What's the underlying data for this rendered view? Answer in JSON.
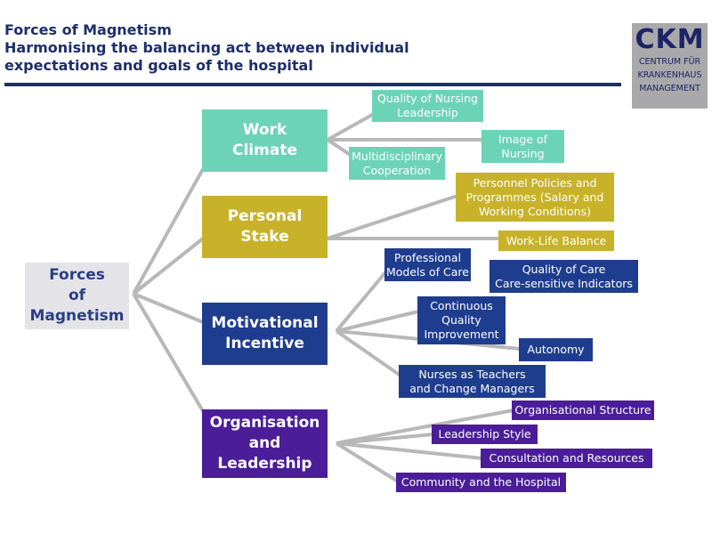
{
  "title": {
    "line1": "Forces of Magnetism",
    "line2": "Harmonising the balancing act between individual",
    "line3": "expectations and goals of the hospital"
  },
  "logo": {
    "mark": "CKM",
    "line1": "CENTRUM FÜR",
    "line2": "KRANKENHAUS",
    "line3": "MANAGEMENT"
  },
  "root": "Forces\nof\nMagnetism",
  "main": {
    "work_climate": "Work\nClimate",
    "personal_stake": "Personal\nStake",
    "motivational_incentive": "Motivational\nIncentive",
    "organisation_leadership": "Organisation\nand\nLeadership"
  },
  "sub": {
    "quality_nursing_leadership": "Quality of Nursing\nLeadership",
    "image_of_nursing": "Image of\nNursing",
    "multidisciplinary_cooperation": "Multidisciplinary\nCooperation",
    "personnel_policies": "Personnel Policies and\nProgrammes (Salary and\nWorking Conditions)",
    "work_life_balance": "Work-Life Balance",
    "professional_models": "Professional\nModels of Care",
    "quality_of_care": "Quality of Care\nCare-sensitive Indicators",
    "continuous_quality": "Continuous\nQuality\nImprovement",
    "autonomy": "Autonomy",
    "nurses_teachers": "Nurses as Teachers\nand Change Managers",
    "organisational_structure": "Organisational Structure",
    "leadership_style": "Leadership Style",
    "consultation_resources": "Consultation and Resources",
    "community_hospital": "Community and the Hospital"
  },
  "colors": {
    "teal": "#6dd3b7",
    "mustard": "#c8b22a",
    "navy": "#1f3d8e",
    "purple": "#4b1d99",
    "connector": "#b8b8b8"
  }
}
